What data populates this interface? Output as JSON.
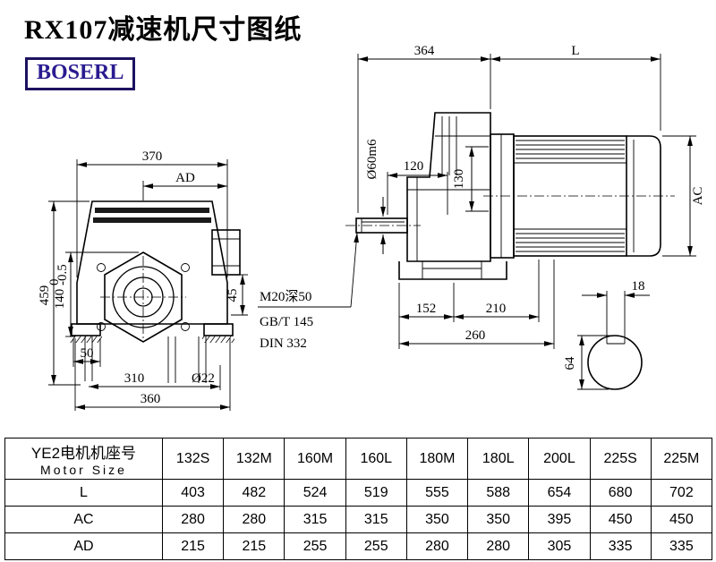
{
  "page": {
    "title": "RX107减速机尺寸图纸",
    "logo_text": "BOSERL"
  },
  "front_view": {
    "dim_370": "370",
    "dim_ad": "AD",
    "dim_459": "459",
    "dim_140": "140",
    "dim_140_tol_up": "0",
    "dim_140_tol_dn": "-0.5",
    "dim_45": "45",
    "dim_50": "50",
    "dim_310": "310",
    "dim_360": "360",
    "dim_o22": "Ø22"
  },
  "side_view": {
    "dim_364": "364",
    "dim_l": "L",
    "dim_o60": "Ø60m6",
    "dim_120": "120",
    "dim_130": "130",
    "dim_ac": "AC",
    "note_m20": "M20深50",
    "note_gbt": "GB/T 145",
    "note_din": "DIN 332",
    "dim_152": "152",
    "dim_210": "210",
    "dim_260": "260"
  },
  "shaft_detail": {
    "dim_18": "18",
    "dim_64": "64"
  },
  "table": {
    "header_cn": "YE2电机机座号",
    "header_en": "Motor Size",
    "columns": [
      "132S",
      "132M",
      "160M",
      "160L",
      "180M",
      "180L",
      "200L",
      "225S",
      "225M"
    ],
    "rows": [
      {
        "label": "L",
        "values": [
          "403",
          "482",
          "524",
          "519",
          "555",
          "588",
          "654",
          "680",
          "702"
        ]
      },
      {
        "label": "AC",
        "values": [
          "280",
          "280",
          "315",
          "315",
          "350",
          "350",
          "395",
          "450",
          "450"
        ]
      },
      {
        "label": "AD",
        "values": [
          "215",
          "215",
          "255",
          "255",
          "280",
          "280",
          "305",
          "335",
          "335"
        ]
      }
    ]
  }
}
